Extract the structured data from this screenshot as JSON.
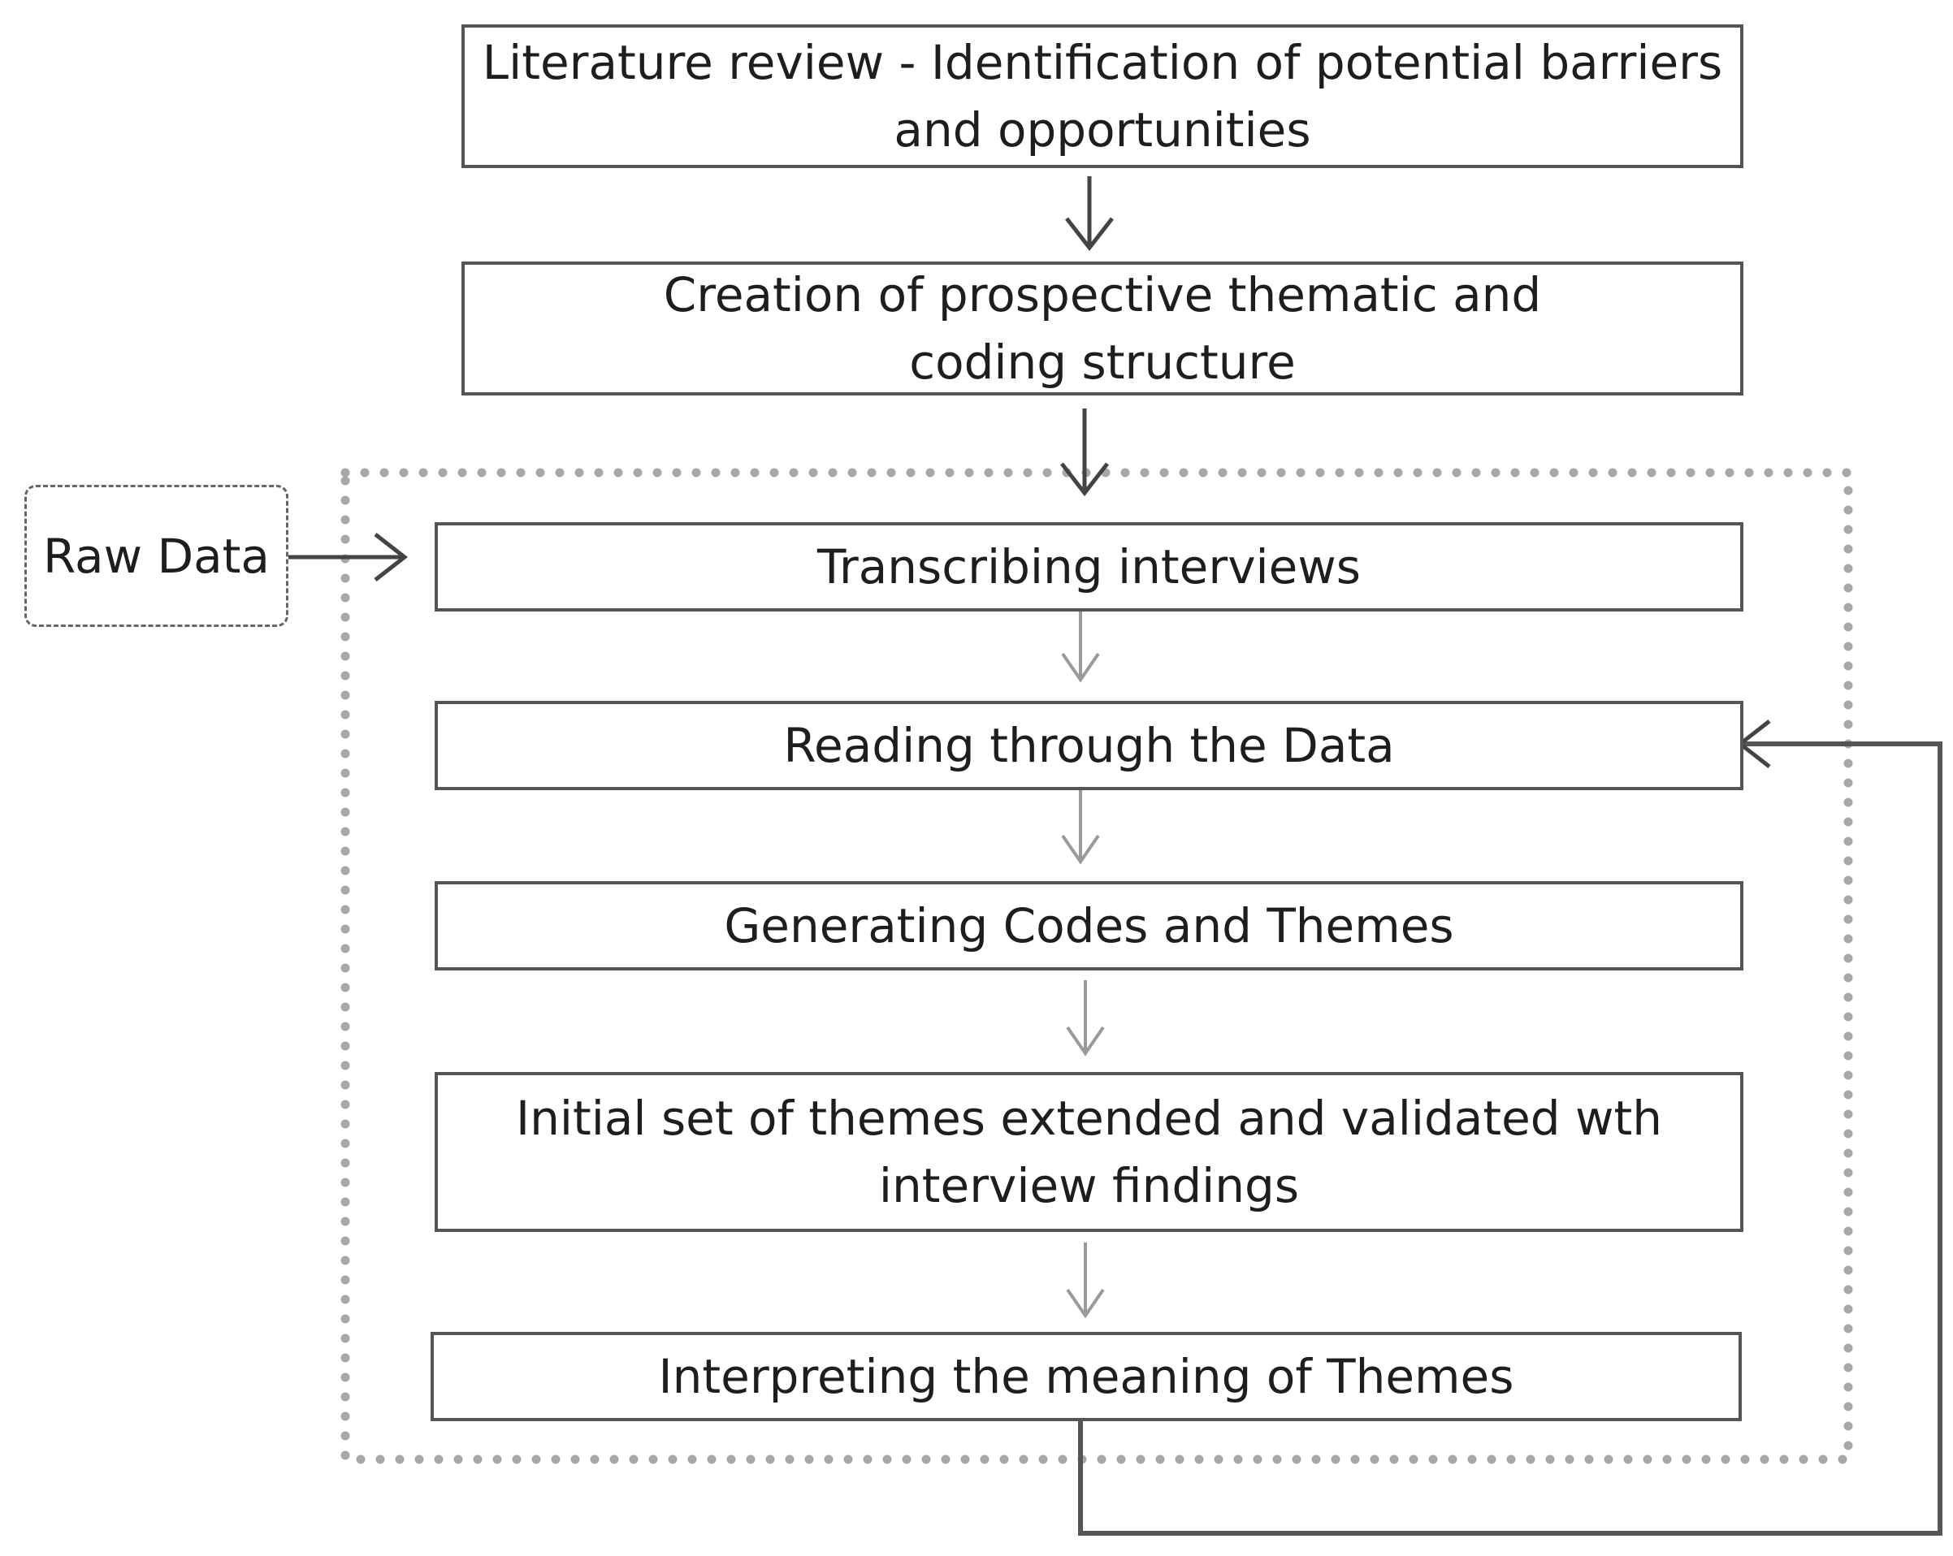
{
  "steps": {
    "literature_review": "Literature review - Identification of potential barriers and opportunities",
    "creation": "Creation of prospective thematic and coding structure",
    "transcribing": "Transcribing interviews",
    "reading": "Reading through the Data",
    "generating": "Generating Codes and Themes",
    "initial_set": "Initial set of themes extended and validated wth interview findings",
    "interpreting": "Interpreting the meaning of Themes"
  },
  "raw_data": "Raw Data",
  "colors": {
    "box_border": "#555555",
    "dark_arrow": "#444444",
    "light_arrow": "#9a9a9a",
    "dotted_frame": "#a8a8a8"
  }
}
